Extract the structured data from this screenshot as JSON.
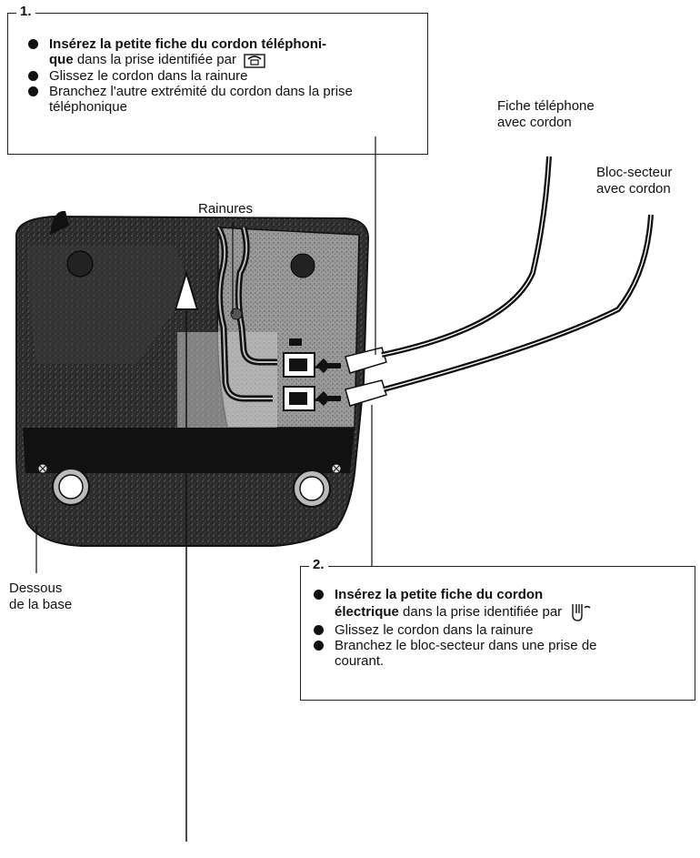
{
  "step1": {
    "number": "1.",
    "items": [
      {
        "bold": "Insérez la petite fiche du cordon téléphoni-",
        "bold2": "que",
        "text": " dans la prise identifiée par",
        "icon": "phone-socket-icon"
      },
      {
        "text": "Glissez le cordon dans la rainure"
      },
      {
        "text": "Branchez l'autre extrémité du cordon dans la prise téléphonique"
      }
    ]
  },
  "step2": {
    "number": "2.",
    "items": [
      {
        "bold": "Insérez la petite fiche du cordon",
        "bold2": "électrique",
        "text": " dans la prise identifiée par",
        "icon": "power-socket-icon"
      },
      {
        "text": "Glissez le cordon dans la rainure"
      },
      {
        "text": "Branchez le bloc-secteur dans une prise de courant."
      }
    ]
  },
  "labels": {
    "rainures": "Rainures",
    "fiche_line1": "Fiche téléphone",
    "fiche_line2": "avec cordon",
    "bloc_line1": "Bloc-secteur",
    "bloc_line2": "avec cordon",
    "dessous_line1": "Dessous",
    "dessous_line2": "de la base"
  }
}
